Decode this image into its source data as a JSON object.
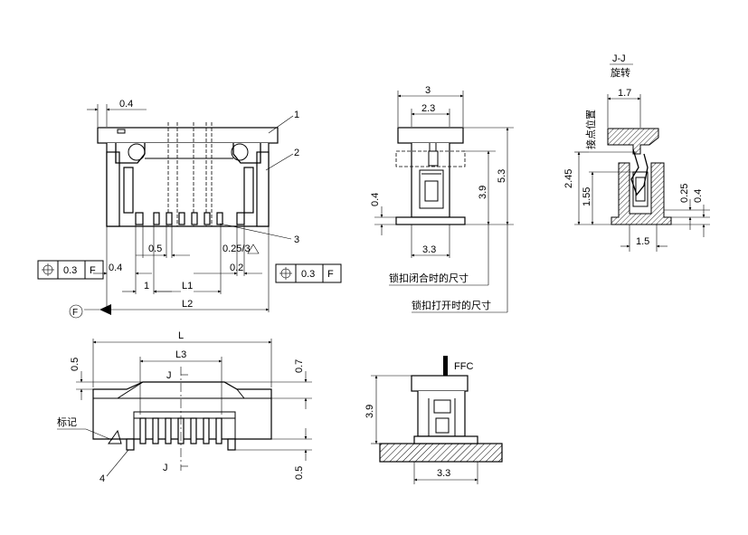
{
  "labels": {
    "part1": "1",
    "part2": "2",
    "part3": "3",
    "part4": "4",
    "dim_04_top": "0.4",
    "dim_05": "0.5",
    "dim_025_3": "0.25/3",
    "dim_04_bottom": "0.4",
    "dim_02": "0.2",
    "dim_1": "1",
    "L1": "L1",
    "L2": "L2",
    "datum_F": "F",
    "tol_left_value": "0.3",
    "tol_left_datum": "F",
    "tol_right_value": "0.3",
    "tol_right_datum": "F",
    "side_3": "3",
    "side_23": "2.3",
    "side_04": "0.4",
    "side_39": "3.9",
    "side_53": "5.3",
    "side_33": "3.3",
    "note_closed": "锁扣闭合时的尺寸",
    "note_open": "锁扣打开时的尺寸",
    "section_title": "J-J",
    "section_subtitle": "旋转",
    "sec_17": "1.7",
    "sec_contact": "接点位置",
    "sec_245": "2.45",
    "sec_155": "1.55",
    "sec_025": "0.25",
    "sec_04": "0.4",
    "sec_15": "1.5",
    "top_L": "L",
    "top_L3": "L3",
    "top_05_left": "0.5",
    "top_07": "0.7",
    "top_05_right": "0.5",
    "mark_label": "标记",
    "J_top": "J",
    "J_bottom": "J",
    "ffc_label": "FFC",
    "mount_39": "3.9",
    "mount_33": "3.3"
  }
}
